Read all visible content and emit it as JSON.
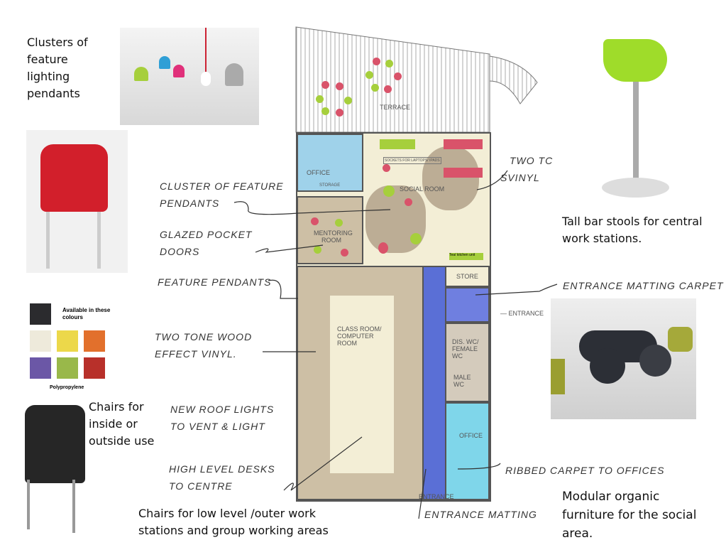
{
  "captions": {
    "pendants": "Clusters of feature lighting pendants",
    "inside_outside": "Chairs for inside or outside use",
    "low_level": "Chairs for low level /outer work stations and group working areas",
    "bar_stools": "Tall bar stools for central work stations.",
    "modular": "Modular organic furniture for the social area."
  },
  "swatches": {
    "title": "Available in these colours",
    "material": "Polypropylene",
    "colors": [
      "#2b2b2e",
      "#eeeadb",
      "#ecd84a",
      "#e2702c",
      "#6b57a6",
      "#99b84a",
      "#b8302a"
    ]
  },
  "annotations": {
    "cluster": "Cluster of feature pendants",
    "glazed": "Glazed pocket doors",
    "feature_pendants": "Feature pendants",
    "two_tone": "Two tone wood effect vinyl.",
    "roof_lights": "New roof lights to vent & light",
    "high_desks": "High level desks to centre",
    "two_tc": "Two tc",
    "svinyl": "Svinyl",
    "entrance_matting_carpet": "Entrance matting carpet",
    "ribbed": "Ribbed carpet to offices",
    "entrance_matting": "Entrance matting"
  },
  "plan": {
    "terrace": "Terrace",
    "office": "Office",
    "storage": "Storage",
    "mentoring": "Mentoring room",
    "social": "Social room",
    "classroom": "Class room/ computer room",
    "store": "Store",
    "wc": "Dis. WC/ female WC",
    "male": "Male WC",
    "office2": "Office",
    "entrance_side": "— Entrance",
    "entrance_bottom": "Entrance",
    "sockets": "sockets for laptops/ ipads",
    "kitchen": "Tea/ kitchen unit"
  }
}
